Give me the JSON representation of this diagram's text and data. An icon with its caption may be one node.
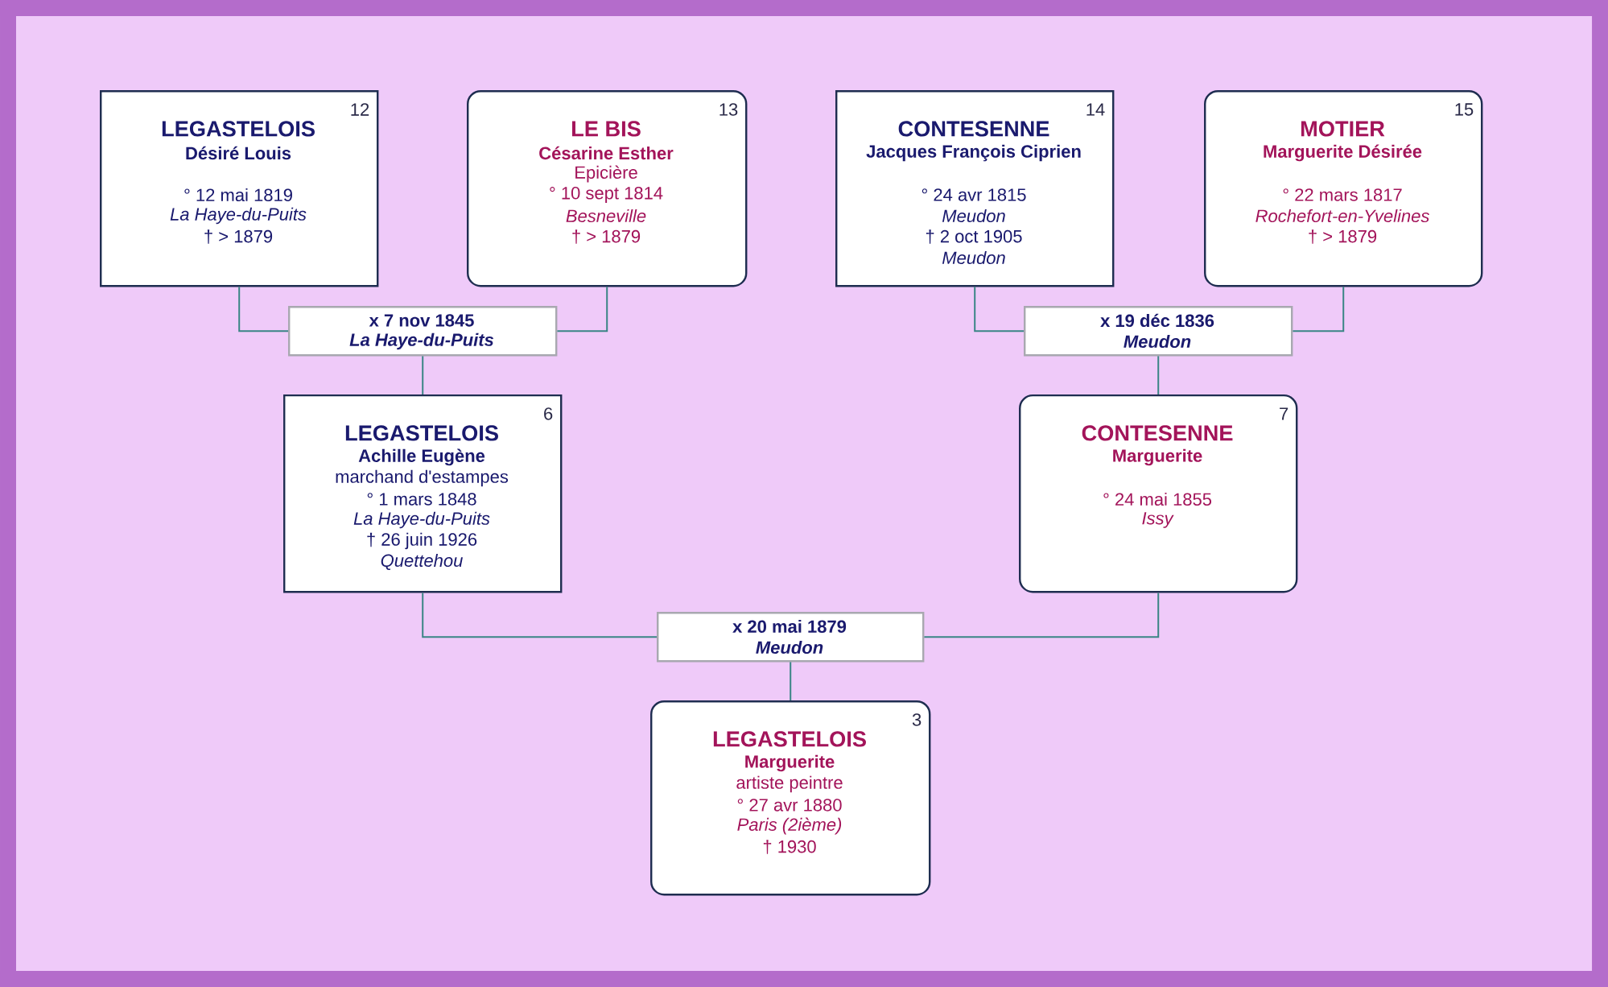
{
  "diagram": {
    "nodes": [
      {
        "text": [
          "12",
          "LEGASTELOIS",
          "Désiré Louis",
          "° 12 mai 1819",
          "La Haye-du-Puits",
          "† > 1879"
        ]
      },
      {
        "text": [
          "13",
          "LE BIS",
          "Césarine Esther",
          "Epicière",
          "° 10 sept 1814",
          "Besneville",
          "† > 1879"
        ]
      },
      {
        "text": [
          "14",
          "CONTESENNE",
          "Jacques François Ciprien",
          "° 24 avr 1815",
          "Meudon",
          "† 2 oct 1905",
          "Meudon"
        ]
      },
      {
        "text": [
          "15",
          "MOTIER",
          "Marguerite Désirée",
          "° 22 mars 1817",
          "Rochefort-en-Yvelines",
          "† > 1879"
        ]
      },
      {
        "text": [
          "x 7 nov 1845",
          "La Haye-du-Puits"
        ]
      },
      {
        "text": [
          "x 19 déc 1836",
          "Meudon"
        ]
      },
      {
        "text": [
          "6",
          "LEGASTELOIS",
          "Achille Eugène",
          "marchand d'estampes",
          "° 1 mars 1848",
          "La Haye-du-Puits",
          "† 26 juin 1926",
          "Quettehou"
        ]
      },
      {
        "text": [
          "7",
          "CONTESENNE",
          "Marguerite",
          "° 24 mai 1855",
          "Issy"
        ]
      },
      {
        "text": [
          "x 20 mai 1879",
          "Meudon"
        ]
      },
      {
        "text": [
          "3",
          "LEGASTELOIS",
          "Marguerite",
          "artiste peintre",
          "° 27 avr 1880",
          "Paris (2ième)",
          "† 1930"
        ]
      }
    ],
    "edges": [
      {
        "from": 0,
        "to": 4,
        "arrow": "none"
      },
      {
        "from": 1,
        "to": 4,
        "arrow": "none"
      },
      {
        "from": 2,
        "to": 5,
        "arrow": "none"
      },
      {
        "from": 3,
        "to": 5,
        "arrow": "none"
      },
      {
        "from": 4,
        "to": 6,
        "arrow": "none"
      },
      {
        "from": 5,
        "to": 7,
        "arrow": "none"
      },
      {
        "from": 6,
        "to": 8,
        "arrow": "none"
      },
      {
        "from": 7,
        "to": 8,
        "arrow": "none"
      },
      {
        "from": 8,
        "to": 9,
        "arrow": "none"
      }
    ]
  }
}
